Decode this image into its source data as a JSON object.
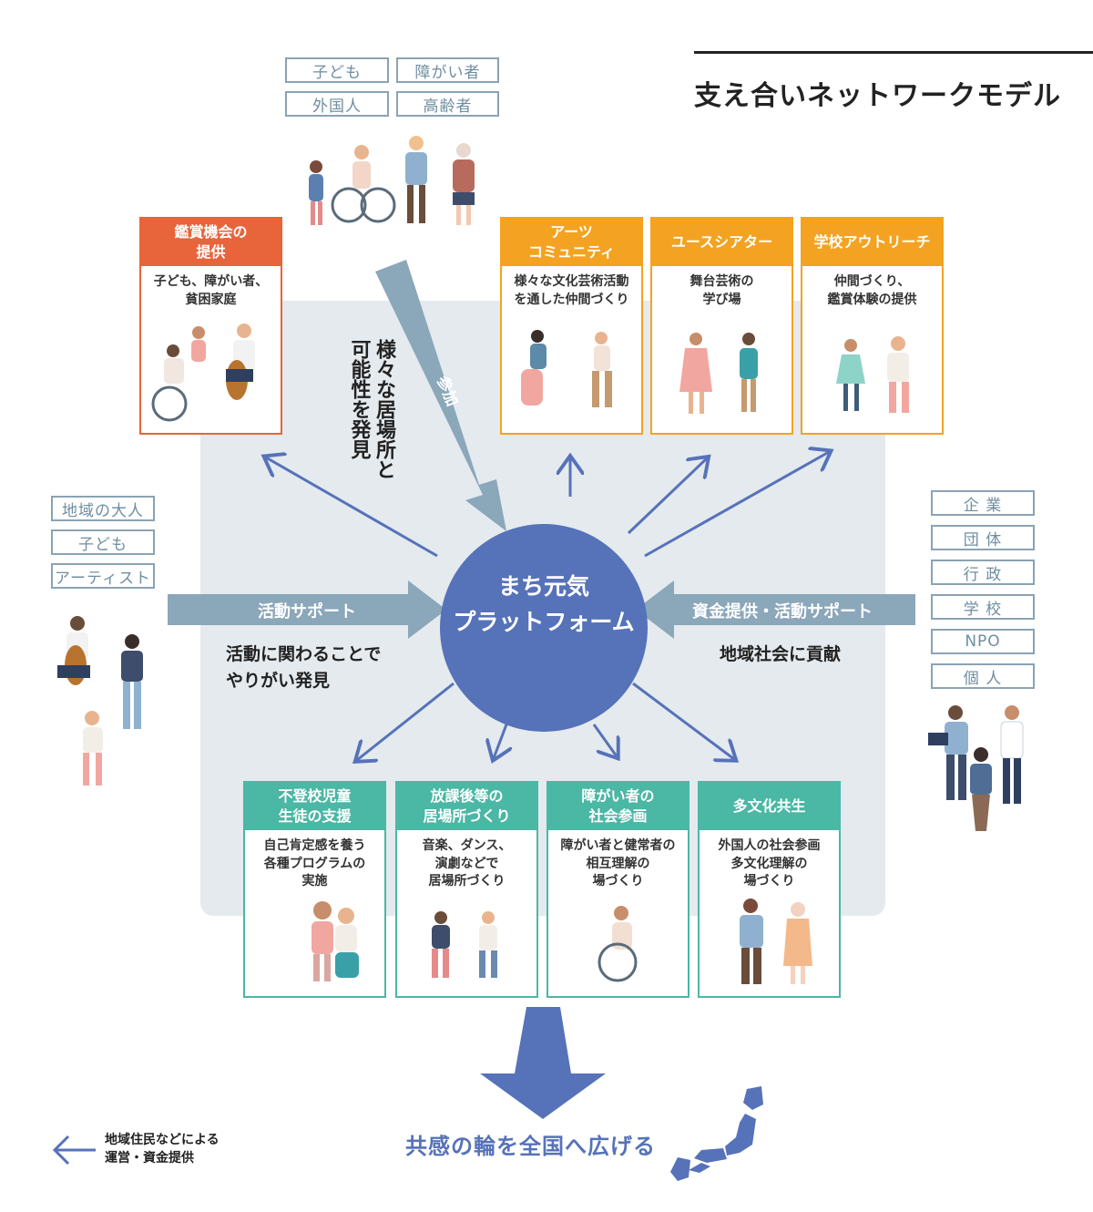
{
  "title": "支え合いネットワークモデル",
  "tags_top": [
    "子ども",
    "障がい者",
    "外国人",
    "高齢者"
  ],
  "tags_left": [
    "地域の大人",
    "子ども",
    "アーティスト"
  ],
  "tags_right": [
    "企 業",
    "団 体",
    "行 政",
    "学 校",
    "NPO",
    "個 人"
  ],
  "cards_top": [
    {
      "title": "鑑賞機会の\n提供",
      "body": "子ども、障がい者、\n貧困家庭"
    },
    {
      "title": "アーツ\nコミュニティ",
      "body": "様々な文化芸術活動\nを通した仲間づくり"
    },
    {
      "title": "ユースシアター",
      "body": "舞台芸術の\n学び場"
    },
    {
      "title": "学校アウトリーチ",
      "body": "仲間づくり、\n鑑賞体験の提供"
    }
  ],
  "cards_bottom": [
    {
      "title": "不登校児童\n生徒の支援",
      "body": "自己肯定感を養う\n各種プログラムの\n実施"
    },
    {
      "title": "放課後等の\n居場所づくり",
      "body": "音楽、ダンス、\n演劇などで\n居場所づくり"
    },
    {
      "title": "障がい者の\n社会参画",
      "body": "障がい者と健常者の\n相互理解の\n場づくり"
    },
    {
      "title": "多文化共生",
      "body": "外国人の社会参画\n多文化理解の\n場づくり"
    }
  ],
  "center": "まち元気\nプラットフォーム",
  "arrows": {
    "participation": "参加",
    "left_support": "活動サポート",
    "right_support": "資金提供・活動サポート"
  },
  "texts": {
    "discover": "様々な居場所と\n可能性を発見",
    "left_note": "活動に関わることで\nやりがい発見",
    "right_note": "地域社会に貢献",
    "spread": "共感の輪を全国へ広げる",
    "legend": "地域住民などによる\n運営・資金提供"
  },
  "colors": {
    "orange": "#e8643a",
    "amber": "#f3a321",
    "teal": "#4bb7a5",
    "platform_blue": "#5672b9",
    "arrow_gray": "#8ba7ba",
    "tag_border": "#8aa3b3",
    "panel_bg": "#e4eaee"
  },
  "icons": [
    "person-illustration",
    "wheelchair-illustration",
    "cello-player-illustration",
    "japan-map-icon",
    "left-arrow-icon"
  ]
}
